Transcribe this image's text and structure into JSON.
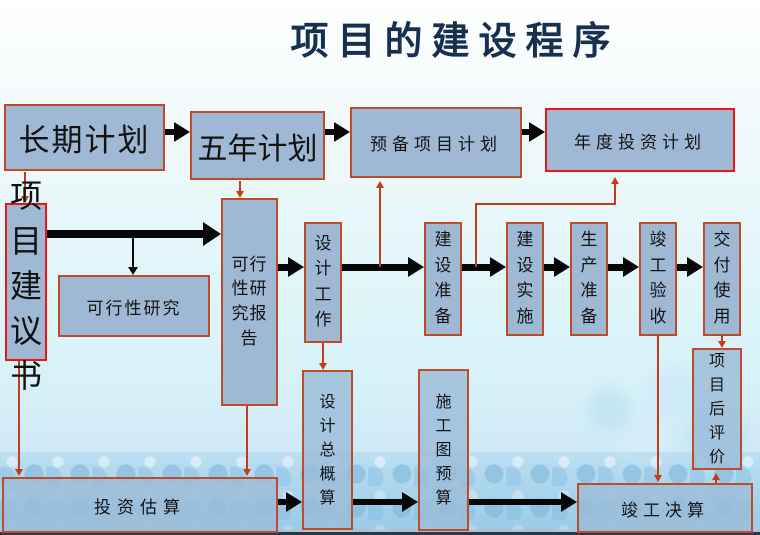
{
  "slide": {
    "title": "项目的建设程序"
  },
  "nodes": {
    "long_term_plan": "长期计划",
    "five_year_plan": "五年计划",
    "preliminary_project_plan": "预备项目计划",
    "annual_investment_plan": "年度投资计划",
    "project_proposal": "项目建议书",
    "feasibility_study": "可行性研究",
    "feasibility_study_report": "可行性研究报告",
    "design_work": "设计工作",
    "construction_preparation": "建设准备",
    "construction_implementation": "建设实施",
    "production_preparation": "生产准备",
    "completion_acceptance": "竣工验收",
    "delivery_for_use": "交付使用",
    "design_total_budget": "设计总概算",
    "construction_drawing_budget": "施工图预算",
    "investment_estimate": "投资估算",
    "completion_final_account": "竣工决算",
    "post_project_evaluation": "项目后评价"
  },
  "colors": {
    "title_text": "#16304f",
    "box_fill": "#9fb9d4",
    "box_border_orange": "#bc4d28",
    "box_border_red": "#ee1414",
    "primary_arrow": "#070707",
    "secondary_arrow": "#c83a1c",
    "background_top": "#ffffff",
    "background_bottom": "#c5e4f3"
  },
  "flows": {
    "primary": [
      {
        "from": "long_term_plan",
        "to": "five_year_plan"
      },
      {
        "from": "five_year_plan",
        "to": "preliminary_project_plan"
      },
      {
        "from": "preliminary_project_plan",
        "to": "annual_investment_plan"
      },
      {
        "from": "project_proposal",
        "to": "feasibility_study_report"
      },
      {
        "from": "project_proposal",
        "to": "feasibility_study"
      },
      {
        "from": "feasibility_study_report",
        "to": "design_work"
      },
      {
        "from": "design_work",
        "to": "construction_preparation"
      },
      {
        "from": "construction_preparation",
        "to": "construction_implementation"
      },
      {
        "from": "construction_implementation",
        "to": "production_preparation"
      },
      {
        "from": "production_preparation",
        "to": "completion_acceptance"
      },
      {
        "from": "completion_acceptance",
        "to": "delivery_for_use"
      },
      {
        "from": "investment_estimate",
        "to": "design_total_budget"
      },
      {
        "from": "design_total_budget",
        "to": "construction_drawing_budget"
      },
      {
        "from": "construction_drawing_budget",
        "to": "completion_final_account"
      }
    ],
    "secondary": [
      {
        "from": "long_term_plan",
        "to": "project_proposal"
      },
      {
        "from": "five_year_plan",
        "to": "feasibility_study_report"
      },
      {
        "from": "design_work_flow",
        "to": "preliminary_project_plan"
      },
      {
        "from": "construction_preparation_flow",
        "to": "annual_investment_plan"
      },
      {
        "from": "project_proposal",
        "to": "investment_estimate"
      },
      {
        "from": "feasibility_study_report",
        "to": "investment_estimate"
      },
      {
        "from": "design_work",
        "to": "design_total_budget"
      },
      {
        "from": "completion_acceptance",
        "to": "completion_final_account"
      },
      {
        "from": "completion_final_account",
        "to": "post_project_evaluation"
      },
      {
        "from": "delivery_for_use",
        "to": "post_project_evaluation"
      }
    ]
  }
}
